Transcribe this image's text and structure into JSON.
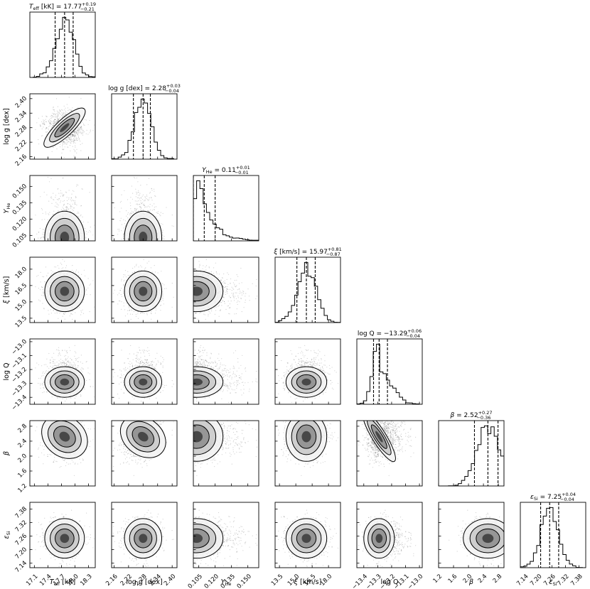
{
  "chart_data": {
    "type": "corner",
    "parameters": [
      {
        "key": "Teff",
        "axis_label_main": "T",
        "axis_label_sub": "eff",
        "axis_label_unit": " [kK]",
        "title_prefix": "T",
        "title_sub": "eff",
        "title_unit": " [kK] = ",
        "median": 17.77,
        "err_plus": 0.19,
        "err_minus": 0.21,
        "title_median": "17.77",
        "title_plus": "+0.19",
        "title_minus": "−0.21",
        "range": [
          17.0,
          18.45
        ],
        "ticks": [
          17.1,
          17.4,
          17.7,
          18.0,
          18.3
        ],
        "tick_labels": [
          "17.1",
          "17.4",
          "17.7",
          "18.0",
          "18.3"
        ],
        "dist": "normal",
        "sigma": 0.2
      },
      {
        "key": "logg",
        "axis_label_main": "log g",
        "axis_label_sub": "",
        "axis_label_unit": " [dex]",
        "title_prefix": "log g",
        "title_sub": "",
        "title_unit": " [dex] = ",
        "median": 2.28,
        "err_plus": 0.03,
        "err_minus": 0.04,
        "title_median": "2.28",
        "title_plus": "+0.03",
        "title_minus": "−0.04",
        "range": [
          2.15,
          2.42
        ],
        "ticks": [
          2.16,
          2.22,
          2.28,
          2.34,
          2.4
        ],
        "tick_labels": [
          "2.16",
          "2.22",
          "2.28",
          "2.34",
          "2.40"
        ],
        "dist": "normal",
        "sigma": 0.035
      },
      {
        "key": "YHe",
        "axis_label_main": "Y",
        "axis_label_sub": "He",
        "axis_label_unit": "",
        "title_prefix": "Y",
        "title_sub": "He",
        "title_unit": " = ",
        "median": 0.11,
        "err_plus": 0.01,
        "err_minus": 0.01,
        "title_median": "0.11",
        "title_plus": "+0.01",
        "title_minus": "−0.01",
        "range": [
          0.1,
          0.16
        ],
        "ticks": [
          0.105,
          0.12,
          0.135,
          0.15
        ],
        "tick_labels": [
          "0.105",
          "0.120",
          "0.135",
          "0.150"
        ],
        "dist": "expo",
        "sigma": 0.011
      },
      {
        "key": "xi",
        "axis_label_main": "ξ",
        "axis_label_sub": "",
        "axis_label_unit": " [km/s]",
        "title_prefix": "ξ",
        "title_sub": "",
        "title_unit": " [km/s] = ",
        "median": 15.97,
        "err_plus": 0.81,
        "err_minus": 0.87,
        "title_median": "15.97",
        "title_plus": "+0.81",
        "title_minus": "−0.87",
        "range": [
          13.1,
          19.1
        ],
        "ticks": [
          13.5,
          15.0,
          16.5,
          18.0
        ],
        "tick_labels": [
          "13.5",
          "15.0",
          "16.5",
          "18.0"
        ],
        "dist": "normal",
        "sigma": 0.85
      },
      {
        "key": "logQ",
        "axis_label_main": "log Q",
        "axis_label_sub": "",
        "axis_label_unit": "",
        "title_prefix": "log Q",
        "title_sub": "",
        "title_unit": " = ",
        "median": -13.29,
        "err_plus": 0.06,
        "err_minus": 0.04,
        "title_median": "−13.29",
        "title_plus": "+0.06",
        "title_minus": "−0.04",
        "range": [
          -13.45,
          -12.98
        ],
        "ticks": [
          -13.4,
          -13.3,
          -13.2,
          -13.1,
          -13.0
        ],
        "tick_labels": [
          "−13.4",
          "−13.3",
          "−13.2",
          "−13.1",
          "−13.0"
        ],
        "dist": "skewright",
        "sigma": 0.05
      },
      {
        "key": "beta",
        "axis_label_main": "β",
        "axis_label_sub": "",
        "axis_label_unit": "",
        "title_prefix": "β",
        "title_sub": "",
        "title_unit": " = ",
        "median": 2.52,
        "err_plus": 0.27,
        "err_minus": 0.36,
        "title_median": "2.52",
        "title_plus": "+0.27",
        "title_minus": "−0.36",
        "range": [
          1.2,
          2.95
        ],
        "ticks": [
          1.2,
          1.6,
          2.0,
          2.4,
          2.8
        ],
        "tick_labels": [
          "1.2",
          "1.6",
          "2.0",
          "2.4",
          "2.8"
        ],
        "dist": "skewleft",
        "sigma": 0.3
      },
      {
        "key": "eSi",
        "axis_label_main": "ε",
        "axis_label_sub": "Si",
        "axis_label_unit": "",
        "title_prefix": "ε",
        "title_sub": "Si",
        "title_unit": " = ",
        "median": 7.25,
        "err_plus": 0.04,
        "err_minus": 0.04,
        "title_median": "7.25",
        "title_plus": "+0.04",
        "title_minus": "−0.04",
        "range": [
          7.12,
          7.41
        ],
        "ticks": [
          7.14,
          7.2,
          7.26,
          7.32,
          7.38
        ],
        "tick_labels": [
          "7.14",
          "7.20",
          "7.26",
          "7.32",
          "7.38"
        ],
        "dist": "normal",
        "sigma": 0.04
      }
    ],
    "histogram_lines": "dashed quantile lines (16th, 50th, 84th percentiles)",
    "grid": false
  }
}
